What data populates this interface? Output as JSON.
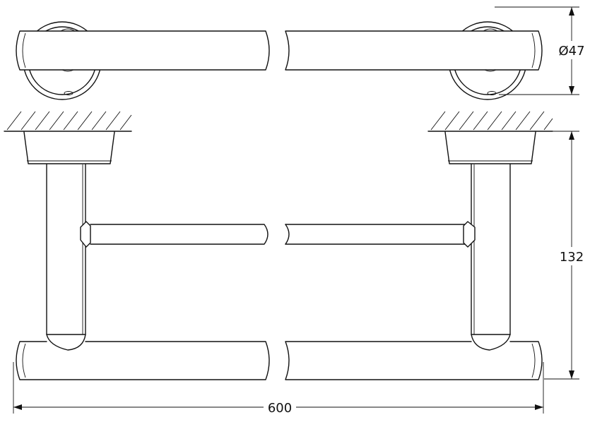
{
  "dimensions": {
    "diameter_label": "Ø47",
    "height_label": "132",
    "length_label": "600"
  }
}
